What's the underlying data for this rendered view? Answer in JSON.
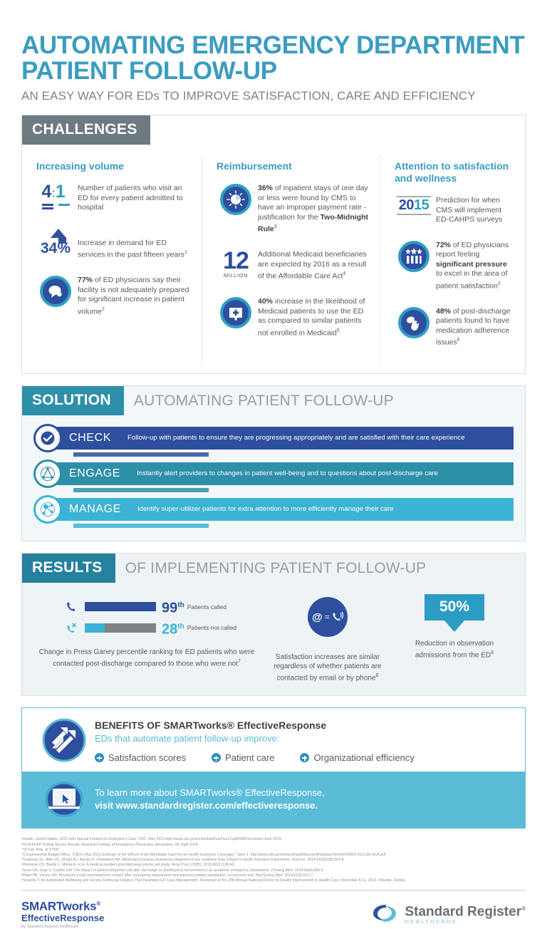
{
  "header": {
    "title": "AUTOMATING EMERGENCY DEPARTMENT PATIENT FOLLOW-UP",
    "subtitle": "AN EASY WAY FOR EDs TO IMPROVE SATISFACTION, CARE AND EFFICIENCY"
  },
  "challenges": {
    "tag": "CHALLENGES",
    "columns": [
      {
        "title": "Increasing volume",
        "items": [
          {
            "stat": "4:1",
            "stat_a": "4",
            "stat_sep": ":",
            "stat_b": "1",
            "text": "Number of patients who visit an ED for every patient admitted to hospital"
          },
          {
            "stat": "34%",
            "text": "Increase in demand for ED services in the past fifteen years",
            "note": "1"
          },
          {
            "stat": "77%",
            "bold": "77%",
            "text": " of ED physicians say their facility is not adequately prepared for significant increase in patient volume",
            "note": "2"
          }
        ]
      },
      {
        "title": "Reimbursement",
        "items": [
          {
            "bold": "36%",
            "text": " of inpatient stays of one day or less were found by CMS to have an improper payment rate - justification for the ",
            "bold2": "Two-Midnight Rule",
            "note": "3"
          },
          {
            "stat": "12",
            "stat_unit": "MILLION",
            "text": "Additional Medicaid beneficiaries are expected by 2016 as a result of the Affordable Care Act",
            "note": "4"
          },
          {
            "bold": "40%",
            "text": " increase in the likelihood of Medicaid patients to use the ED as compared to similar patients not enrolled in Medicaid",
            "note": "5"
          }
        ]
      },
      {
        "title": "Attention to satisfaction and wellness",
        "items": [
          {
            "stat": "2015",
            "stat_a": "20",
            "stat_b": "15",
            "text": "Prediction for when CMS will implement ED-CAHPS surveys"
          },
          {
            "bold": "72%",
            "text": " of ED physicians report feeling ",
            "bold2": "significant pressure",
            "text2": " to excel in the area of patient satisfaction",
            "note": "2"
          },
          {
            "bold": "48%",
            "text": " of post-discharge patients found to have medication adherence issues",
            "note": "6"
          }
        ]
      }
    ]
  },
  "solution": {
    "tag": "SOLUTION",
    "subtitle": "AUTOMATING PATIENT FOLLOW-UP",
    "rows": [
      {
        "word": "CHECK",
        "icon": "check-circle-icon",
        "desc": "Follow-up with patients to ensure they are progressing appropriately and are satisfied with their care experience",
        "color": "#2e4f9e"
      },
      {
        "word": "ENGAGE",
        "icon": "network-alert-icon",
        "desc": "Instantly alert providers to changes in patient well-being and to questions about post-discharge care",
        "color": "#2e8fa8"
      },
      {
        "word": "MANAGE",
        "icon": "people-network-icon",
        "desc": "Identify super-utilizer patients for extra attention to more efficiently manage their care",
        "color": "#3bb3d4"
      }
    ]
  },
  "results": {
    "tag": "RESULTS",
    "subtitle": "OF IMPLEMENTING PATIENT FOLLOW-UP",
    "bars": [
      {
        "value": "99",
        "ordinal": "th",
        "label": "Patients called",
        "fill_pct": 100,
        "icon": "phone-icon"
      },
      {
        "value": "28",
        "ordinal": "th",
        "label": "Patients not called",
        "fill_pct": 28,
        "icon": "phone-off-icon"
      }
    ],
    "caption1": "Change in Press Ganey percentile ranking for ED patients who were contacted post-discharge compared to those who were not",
    "caption1_note": "7",
    "center_icon": "email-equals-phone-icon",
    "caption2": "Satisfaction increases are similar regardless of whether patients are contacted by email or by phone",
    "caption2_note": "8",
    "flag_value": "50%",
    "caption3": "Reduction in observation admissions from the ED",
    "caption3_note": "9"
  },
  "benefits": {
    "heading": "BENEFITS OF SMARTworks® EffectiveResponse",
    "subheading": "EDs that automate patient follow-up improve:",
    "items": [
      "Satisfaction scores",
      "Patient care",
      "Organizational efficiency"
    ],
    "cta_line1": "To learn more about SMARTworks® EffectiveResponse,",
    "cta_line2": "visit www.standardregister.com/effectiveresponse."
  },
  "footnotes": [
    "¹Health, United States, 2012 with Special Feature on Emergency Care. CDC, May 2013 http://www.cdc.gov/nchs/data/hus/hus12.pdf#088 Accessed June 2014.",
    "²2014 ACEP Polling Survey Results. American College of Emergency Physicians. Alexandria, VA. April 2014.",
    "³78 Fed. Reg. at 27647",
    "⁴Congressional Budget Office, \"CBO's May 2013 Estimate of the Effects of the Affordable Care Act on Health Insurance Coverage,\" Table 1. http://www.cbo.gov/sites/default/files/cbofiles/attachments/43900-2013-05-ACA.pdf",
    "⁵Taubman SL, Allen HL, Wright BJ, Backer K, Finkelstein AN. Medicaid increases emergency-department use: evidence from Oregon's Health Insurance Experiment. Science. 2014;343(6168):263-8.",
    "⁶Weisman DS, Bashir L, Mehta A, et al. A medical resident post-discharge phone call study. Hosp Pract (1995). 2012;40(2):138-46.",
    "⁷Guss DA, Gray S, Castillo EM. The impact of patient telephone call after discharge on likelihood to recommend in an academic emergency department. J Emerg Med. 2014;46(4):560-6.",
    "⁸Patel PB, Vinson DR. Physician e-mail and telephone contact after emergency department visit improves patient satisfaction: a crossover trial. Ann Emerg Med. 2013;61(6):631-7.",
    "⁹Scaletta T. An Automated Wellbeing and Service Follow-up Solution That Facilitates ED Case Management. Presented at the 25th Annual National Forum on Quality Improvement in Health Care, December 8-11, 2013, Orlando, Florida."
  ],
  "footer": {
    "brand_line1_a": "SMARTworks",
    "brand_line1_sup": "®",
    "brand_line2": "EffectiveResponse",
    "brand_line3": "By Standard Register Healthcare",
    "partner_name": "Standard Register",
    "partner_sup": "®",
    "partner_sub": "HEALTHCARE"
  },
  "colors": {
    "brand_teal": "#3b9cc0",
    "brand_navy": "#2e4f9e",
    "light_blue": "#5bbcd8",
    "grey_tag": "#6d7a80",
    "teal_tag": "#2e8fa8"
  }
}
